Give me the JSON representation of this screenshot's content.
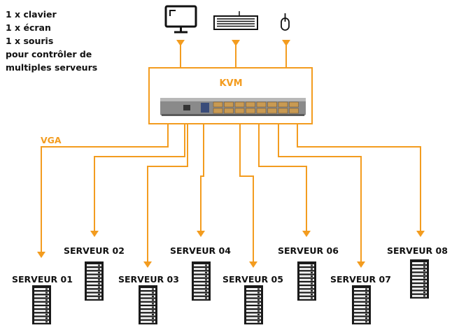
{
  "intro_lines": [
    "1 x clavier",
    "1 x écran",
    "1 x souris",
    "pour contrôler de",
    "multiples serveurs"
  ],
  "kvm_label": "KVM",
  "vga_label": "VGA",
  "peripherals": [
    {
      "icon": "monitor-icon"
    },
    {
      "icon": "keyboard-icon"
    },
    {
      "icon": "mouse-icon"
    }
  ],
  "servers": [
    {
      "label": "SERVEUR 01",
      "icon": "server-rack-icon"
    },
    {
      "label": "SERVEUR 02",
      "icon": "server-rack-icon"
    },
    {
      "label": "SERVEUR 03",
      "icon": "server-rack-icon"
    },
    {
      "label": "SERVEUR 04",
      "icon": "server-rack-icon"
    },
    {
      "label": "SERVEUR 05",
      "icon": "server-rack-icon"
    },
    {
      "label": "SERVEUR 06",
      "icon": "server-rack-icon"
    },
    {
      "label": "SERVEUR 07",
      "icon": "server-rack-icon"
    },
    {
      "label": "SERVEUR 08",
      "icon": "server-rack-icon"
    }
  ],
  "colors": {
    "accent": "#f39c1f",
    "text": "#111111",
    "server_fill": "#1a1a1a"
  }
}
